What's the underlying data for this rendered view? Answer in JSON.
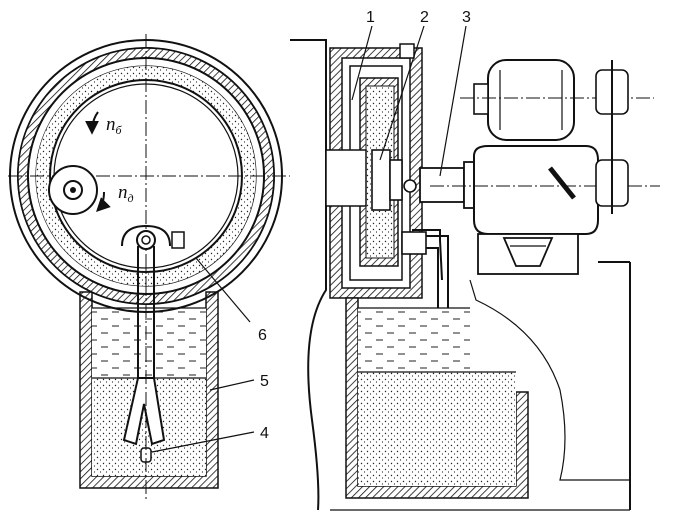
{
  "callouts": {
    "c1": "1",
    "c2": "2",
    "c3": "3",
    "c4": "4",
    "c5": "5",
    "c6": "6"
  },
  "rotation": {
    "drum_symbol": "n",
    "drum_subscript": "б",
    "part_symbol": "n",
    "part_subscript": "д"
  },
  "colors": {
    "ink": "#111111",
    "paper": "#ffffff"
  }
}
